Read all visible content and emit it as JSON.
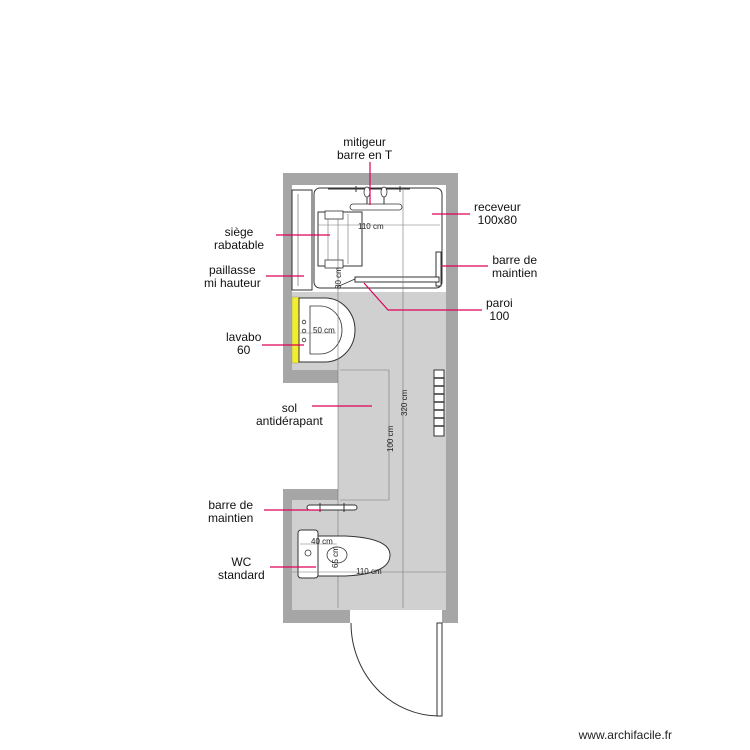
{
  "labels": {
    "mitigeur": [
      "mitigeur",
      "barre en T"
    ],
    "receveur": [
      "receveur",
      "100x80"
    ],
    "siege": [
      "siège",
      "rabatable"
    ],
    "paillasse": [
      "paillasse",
      "mi hauteur"
    ],
    "barre_douche": [
      "barre de",
      "maintien"
    ],
    "paroi": [
      "paroi",
      "100"
    ],
    "lavabo": [
      "lavabo",
      "60"
    ],
    "sol": [
      "sol",
      "antidérapant"
    ],
    "barre_wc": [
      "barre de",
      "maintien"
    ],
    "wc": [
      "WC",
      "standard"
    ]
  },
  "dimensions": {
    "shower_width": "110 cm",
    "shower_depth": "80 cm",
    "lavabo_width": "50 cm",
    "room_length": "320 cm",
    "passage": "100 cm",
    "wc_side": "40 cm",
    "wc_depth": "65 cm",
    "wc_room_width": "110 cm"
  },
  "footer": "www.archifacile.fr",
  "colors": {
    "wall": "#a6a6a6",
    "floor": "#d0d0d0",
    "leader": "#e0005a",
    "paillasse_highlight": "#f2ee2e"
  }
}
